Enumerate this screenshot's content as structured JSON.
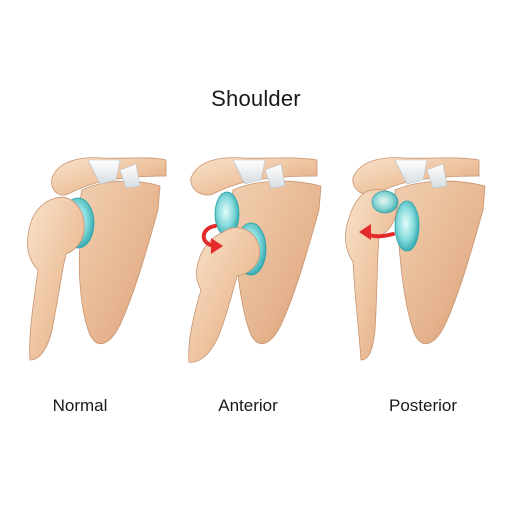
{
  "title": "Shoulder",
  "panels": [
    {
      "label": "Normal"
    },
    {
      "label": "Anterior"
    },
    {
      "label": "Posterior"
    }
  ],
  "colors": {
    "bone_light": "#f3d6b8",
    "bone_mid": "#e7b992",
    "bone_dark": "#c98f68",
    "cartilage": "#7fd3d6",
    "cartilage_dark": "#2ea7ad",
    "ligament": "#eef2f4",
    "arrow": "#e42b2b"
  },
  "icons": [
    "curved-arrow-icon"
  ]
}
